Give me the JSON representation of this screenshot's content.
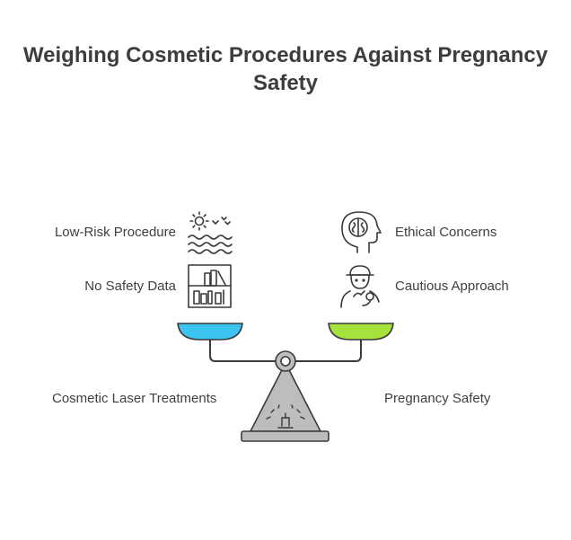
{
  "title": {
    "line1": "Weighing Cosmetic Procedures Against Pregnancy",
    "line2": "Safety"
  },
  "left": {
    "side_label": "Cosmetic Laser Treatments",
    "items": [
      {
        "label": "Low-Risk Procedure",
        "icon": "sun-waves-icon"
      },
      {
        "label": "No Safety Data",
        "icon": "bookshelf-icon"
      }
    ],
    "pan_color": "#3cc4f0"
  },
  "right": {
    "side_label": "Pregnancy Safety",
    "items": [
      {
        "label": "Ethical Concerns",
        "icon": "head-brain-icon"
      },
      {
        "label": "Cautious Approach",
        "icon": "worried-person-icon"
      }
    ],
    "pan_color": "#a6e23c"
  },
  "colors": {
    "stand": "#bdbdbd",
    "stroke": "#3a3a3a"
  }
}
